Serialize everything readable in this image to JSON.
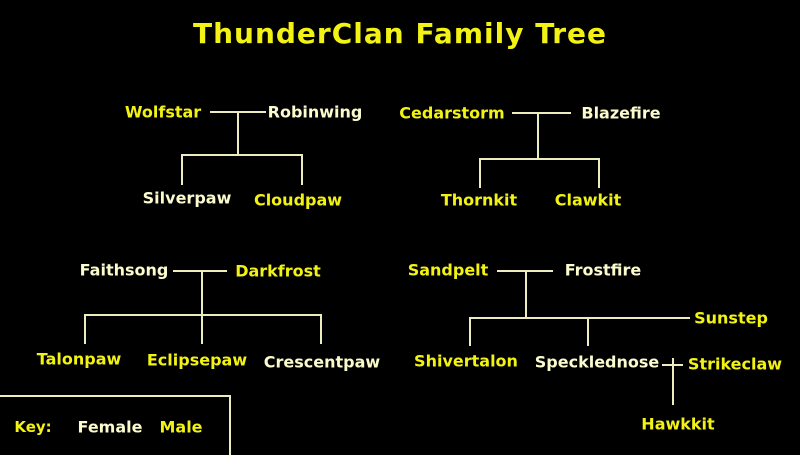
{
  "title": "ThunderClan Family Tree",
  "colors": {
    "male": "#f2f215",
    "female": "#fbfbcd",
    "line": "#ececbe",
    "background": "#000000"
  },
  "key": {
    "label": "Key:",
    "entries": [
      {
        "label": "Female",
        "gender": "female"
      },
      {
        "label": "Male",
        "gender": "male"
      }
    ]
  },
  "families": [
    {
      "parents": [
        {
          "name": "Wolfstar",
          "gender": "male"
        },
        {
          "name": "Robinwing",
          "gender": "female"
        }
      ],
      "children": [
        {
          "name": "Silverpaw",
          "gender": "female"
        },
        {
          "name": "Cloudpaw",
          "gender": "male"
        }
      ]
    },
    {
      "parents": [
        {
          "name": "Cedarstorm",
          "gender": "male"
        },
        {
          "name": "Blazefire",
          "gender": "female"
        }
      ],
      "children": [
        {
          "name": "Thornkit",
          "gender": "male"
        },
        {
          "name": "Clawkit",
          "gender": "male"
        }
      ]
    },
    {
      "parents": [
        {
          "name": "Faithsong",
          "gender": "female"
        },
        {
          "name": "Darkfrost",
          "gender": "male"
        }
      ],
      "children": [
        {
          "name": "Talonpaw",
          "gender": "male"
        },
        {
          "name": "Eclipsepaw",
          "gender": "male"
        },
        {
          "name": "Crescentpaw",
          "gender": "female"
        }
      ]
    },
    {
      "parents": [
        {
          "name": "Sandpelt",
          "gender": "male"
        },
        {
          "name": "Frostfire",
          "gender": "female"
        }
      ],
      "children": [
        {
          "name": "Shivertalon",
          "gender": "male"
        },
        {
          "name": "Specklednose",
          "gender": "female"
        },
        {
          "name": "Sunstep",
          "gender": "male"
        }
      ],
      "sub_family": {
        "mate": {
          "name": "Strikeclaw",
          "gender": "male"
        },
        "child": {
          "name": "Hawkkit",
          "gender": "male"
        }
      }
    }
  ]
}
